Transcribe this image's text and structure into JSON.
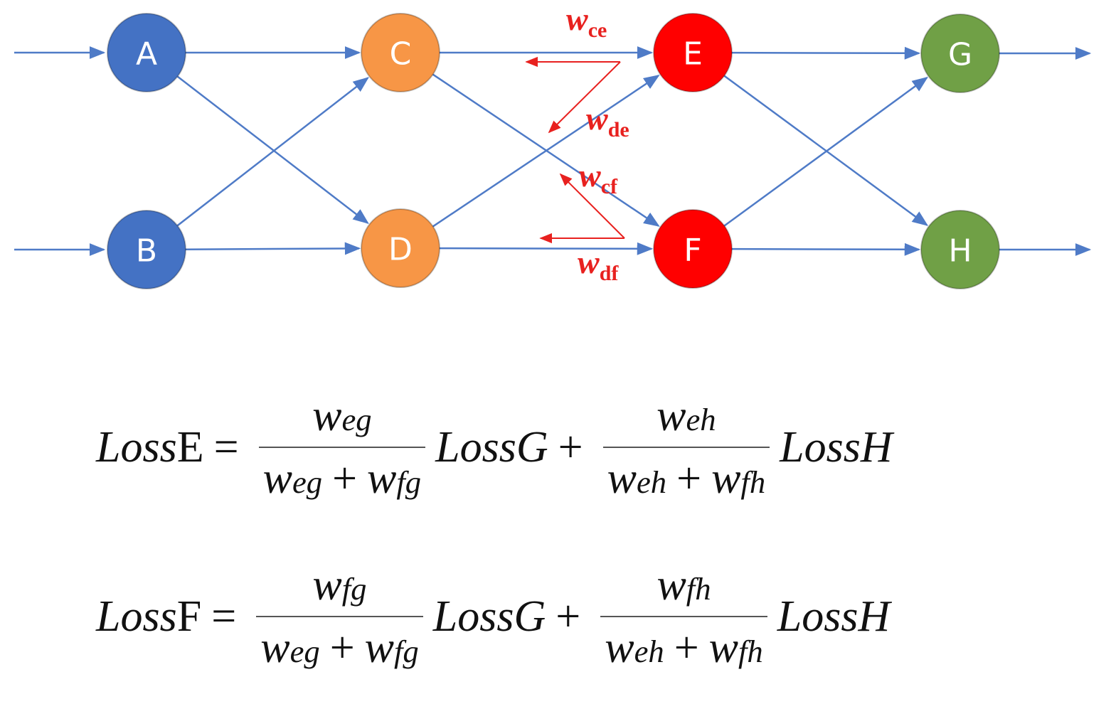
{
  "nodes": [
    {
      "id": "A",
      "label": "A",
      "color": "#4472c4"
    },
    {
      "id": "B",
      "label": "B",
      "color": "#4472c4"
    },
    {
      "id": "C",
      "label": "C",
      "color": "#f79646"
    },
    {
      "id": "D",
      "label": "D",
      "color": "#f79646"
    },
    {
      "id": "E",
      "label": "E",
      "color": "#ff0000"
    },
    {
      "id": "F",
      "label": "F",
      "color": "#ff0000"
    },
    {
      "id": "G",
      "label": "G",
      "color": "#70a046"
    },
    {
      "id": "H",
      "label": "H",
      "color": "#70a046"
    }
  ],
  "edges": [
    [
      "A",
      "C"
    ],
    [
      "A",
      "D"
    ],
    [
      "B",
      "C"
    ],
    [
      "B",
      "D"
    ],
    [
      "C",
      "E"
    ],
    [
      "C",
      "F"
    ],
    [
      "D",
      "E"
    ],
    [
      "D",
      "F"
    ],
    [
      "E",
      "G"
    ],
    [
      "E",
      "H"
    ],
    [
      "F",
      "G"
    ],
    [
      "F",
      "H"
    ]
  ],
  "edge_color": "#4f7bc7",
  "backprop_color": "#e8211f",
  "weight_labels": {
    "ce": {
      "w": "w",
      "sub": "ce"
    },
    "de": {
      "w": "w",
      "sub": "de"
    },
    "cf": {
      "w": "w",
      "sub": "cf"
    },
    "df": {
      "w": "w",
      "sub": "df"
    }
  },
  "equations": {
    "loss_e": {
      "lhs_italic": "Loss",
      "lhs_upright": "E",
      "equals": "=",
      "frac1": {
        "num_w": "w",
        "num_sub": "eg",
        "den_w1": "w",
        "den_sub1": "eg",
        "den_plus": "+",
        "den_w2": "w",
        "den_sub2": "fg"
      },
      "term1": "LossG",
      "plus": "+",
      "frac2": {
        "num_w": "w",
        "num_sub": "eh",
        "den_w1": "w",
        "den_sub1": "eh",
        "den_plus": "+",
        "den_w2": "w",
        "den_sub2": "fh"
      },
      "term2": "LossH"
    },
    "loss_f": {
      "lhs_italic": "Loss",
      "lhs_upright": "F",
      "equals": "=",
      "frac1": {
        "num_w": "w",
        "num_sub": "fg",
        "den_w1": "w",
        "den_sub1": "eg",
        "den_plus": "+",
        "den_w2": "w",
        "den_sub2": "fg"
      },
      "term1": "LossG",
      "plus": "+",
      "frac2": {
        "num_w": "w",
        "num_sub": "fh",
        "den_w1": "w",
        "den_sub1": "eh",
        "den_plus": "+",
        "den_w2": "w",
        "den_sub2": "fh"
      },
      "term2": "LossH"
    }
  }
}
